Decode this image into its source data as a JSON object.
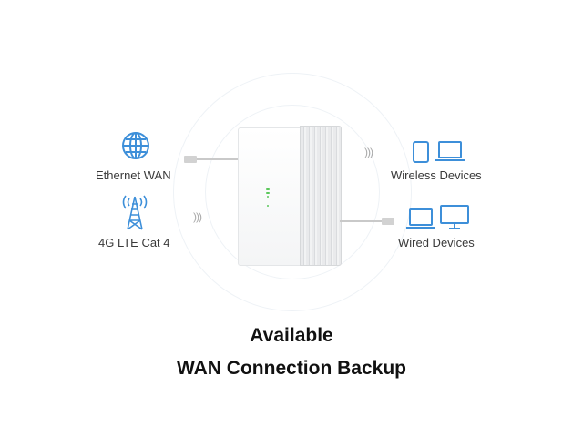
{
  "left": {
    "items": [
      {
        "label": "Ethernet WAN",
        "icon": "globe-icon"
      },
      {
        "label": "4G LTE Cat 4",
        "icon": "cell-tower-icon"
      }
    ]
  },
  "right": {
    "items": [
      {
        "label": "Wireless Devices",
        "icons": [
          "tablet-icon",
          "laptop-icon"
        ]
      },
      {
        "label": "Wired Devices",
        "icons": [
          "laptop-icon",
          "monitor-icon"
        ]
      }
    ]
  },
  "wave_glyph": ")))",
  "accent_color": "#3d8fd9",
  "headline": {
    "line1": "Available",
    "line2": "WAN Connection Backup"
  }
}
